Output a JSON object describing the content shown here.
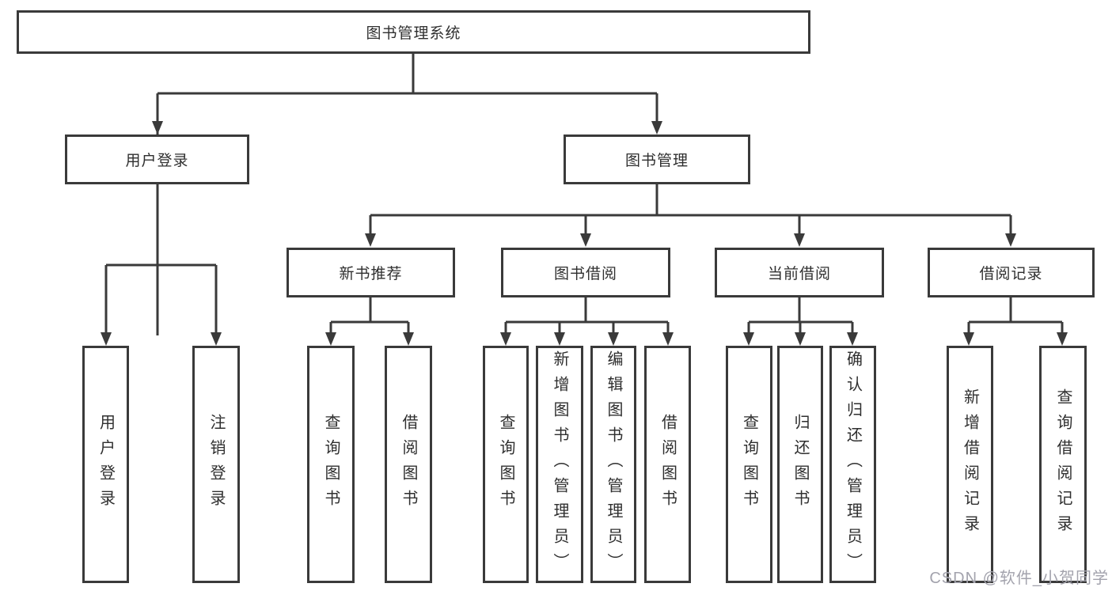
{
  "diagram": {
    "root": {
      "label": "图书管理系统"
    },
    "level2": [
      {
        "label": "用户登录"
      },
      {
        "label": "图书管理"
      }
    ],
    "level3": [
      {
        "label": "新书推荐"
      },
      {
        "label": "图书借阅"
      },
      {
        "label": "当前借阅"
      },
      {
        "label": "借阅记录"
      }
    ],
    "leaves": [
      {
        "label": "用户登录"
      },
      {
        "label": "注销登录"
      },
      {
        "label": "查询图书"
      },
      {
        "label": "借阅图书"
      },
      {
        "label": "查询图书"
      },
      {
        "label": "新增图书（管理员）"
      },
      {
        "label": "编辑图书（管理员）"
      },
      {
        "label": "借阅图书"
      },
      {
        "label": "查询图书"
      },
      {
        "label": "归还图书"
      },
      {
        "label": "确认归还（管理员）"
      },
      {
        "label": "新增借阅记录"
      },
      {
        "label": "查询借阅记录"
      }
    ]
  },
  "watermark": {
    "text": "CSDN @软件_小贺同学"
  },
  "colors": {
    "line": "#3a3a3a",
    "text": "#2f2f2f",
    "watermark": "#a3a3ad",
    "background": "#ffffff"
  }
}
